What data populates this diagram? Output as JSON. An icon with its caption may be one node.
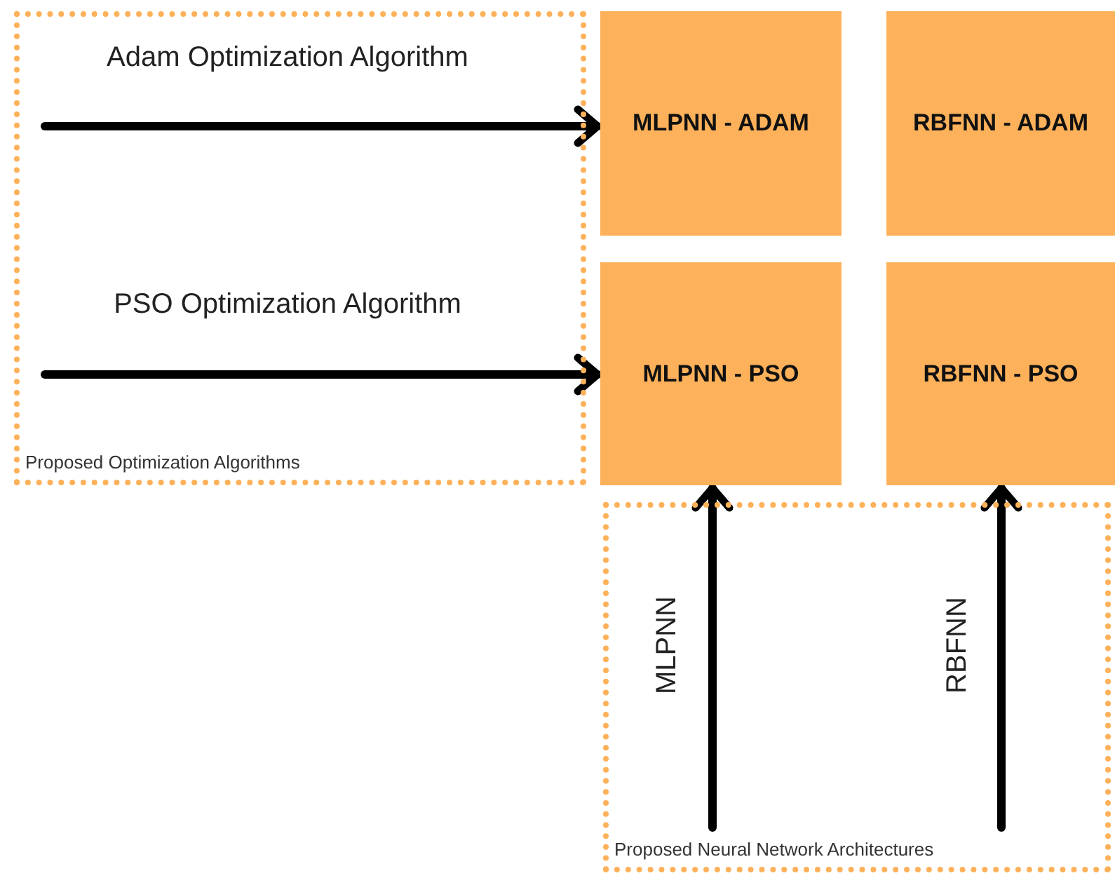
{
  "diagram": {
    "nodes": [
      {
        "text": [
          "Proposed Optimization Algorithms"
        ]
      },
      {
        "text": [
          "MLPNN - ADAM"
        ]
      },
      {
        "text": [
          "RBFNN - ADAM"
        ]
      },
      {
        "text": [
          "MLPNN - PSO"
        ]
      },
      {
        "text": [
          "RBFNN - PSO"
        ]
      },
      {
        "text": [
          "Proposed Neural Network Architectures"
        ]
      }
    ],
    "edges": [
      {
        "from": 0,
        "to": 1,
        "arrow": "to",
        "label": "Adam Optimization Algorithm"
      },
      {
        "from": 0,
        "to": 3,
        "arrow": "to",
        "label": "PSO Optimization Algorithm"
      },
      {
        "from": 5,
        "to": 3,
        "arrow": "to",
        "label": "MLPNN"
      },
      {
        "from": 5,
        "to": 4,
        "arrow": "to",
        "label": "RBFNN"
      }
    ]
  }
}
